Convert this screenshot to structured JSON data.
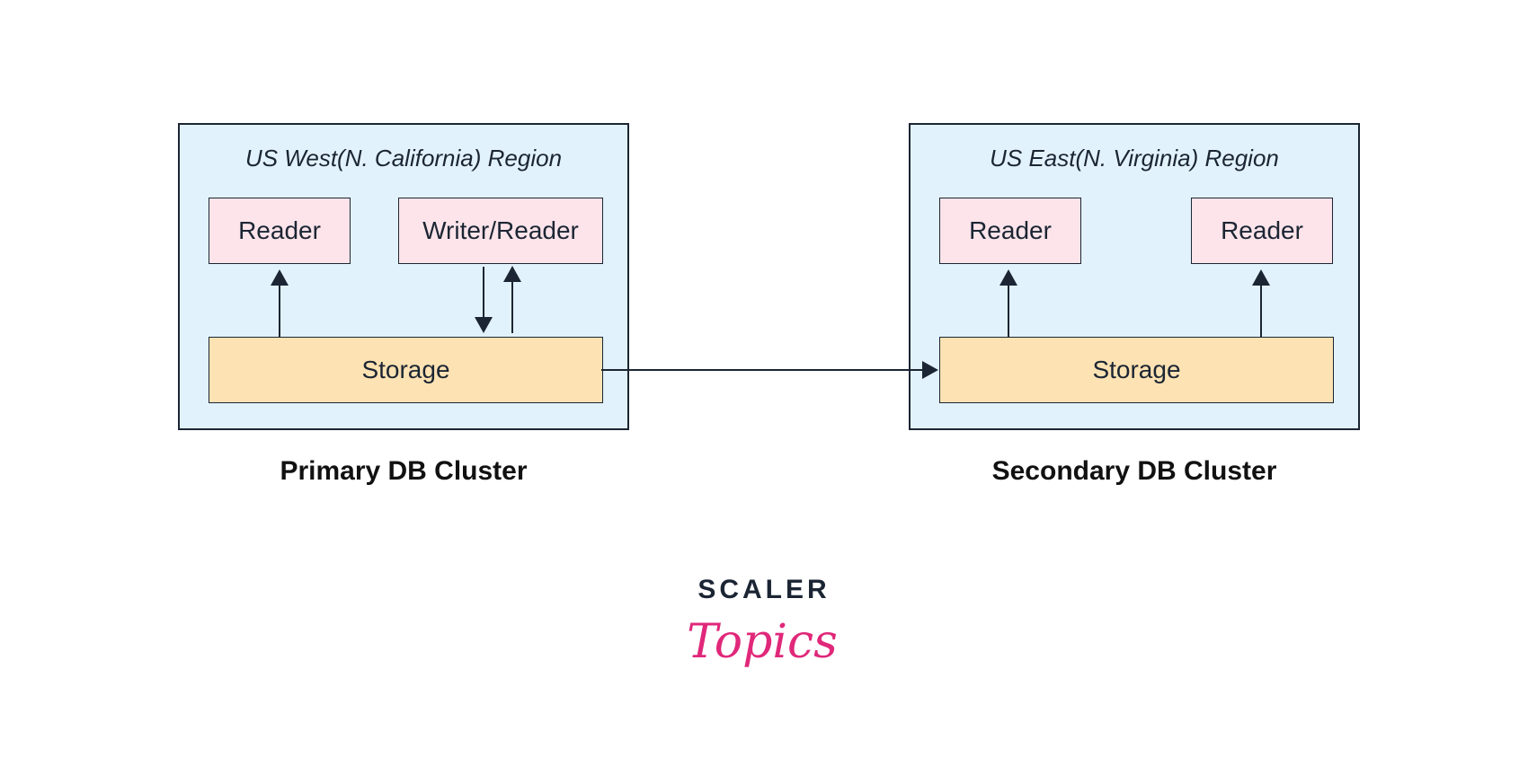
{
  "primary_cluster": {
    "region_label": "US West(N. California) Region",
    "nodes": [
      {
        "label": "Reader"
      },
      {
        "label": "Writer/Reader"
      }
    ],
    "storage_label": "Storage",
    "cluster_label": "Primary DB Cluster"
  },
  "secondary_cluster": {
    "region_label": "US East(N. Virginia) Region",
    "nodes": [
      {
        "label": "Reader"
      },
      {
        "label": "Reader"
      }
    ],
    "storage_label": "Storage",
    "cluster_label": "Secondary DB Cluster"
  },
  "logo": {
    "top_text": "SCALER",
    "script_text": "Topics"
  },
  "colors": {
    "region_fill": "#e2f2fc",
    "reader_fill": "#fde4ea",
    "storage_fill": "#fde2b3",
    "stroke": "#1b2533",
    "logo_navy": "#1b2533",
    "logo_pink": "#e0287a"
  }
}
